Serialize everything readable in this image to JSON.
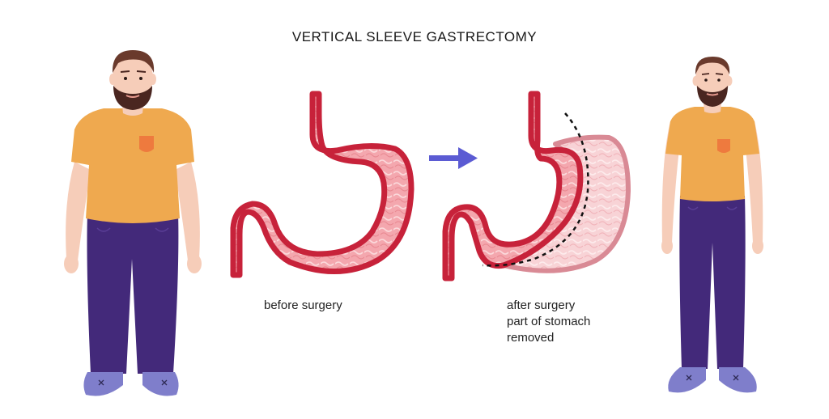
{
  "title": "VERTICAL SLEEVE GASTRECTOMY",
  "before_caption": "before surgery",
  "after_caption": {
    "line1": "after surgery",
    "line2": "part of stomach",
    "line3": "removed"
  },
  "colors": {
    "shirt": "#EFA94F",
    "pocket": "#EE7A3E",
    "pants": "#43297A",
    "shoes": "#7F7ECB",
    "skin": "#F6CDB9",
    "hair": "#6A3A2C",
    "beard": "#4A2620",
    "stomach_outline": "#C7223A",
    "stomach_fill": "#F4A7AE",
    "removed_part_fill": "#F8D3D6",
    "arrow": "#5B5BD3"
  }
}
